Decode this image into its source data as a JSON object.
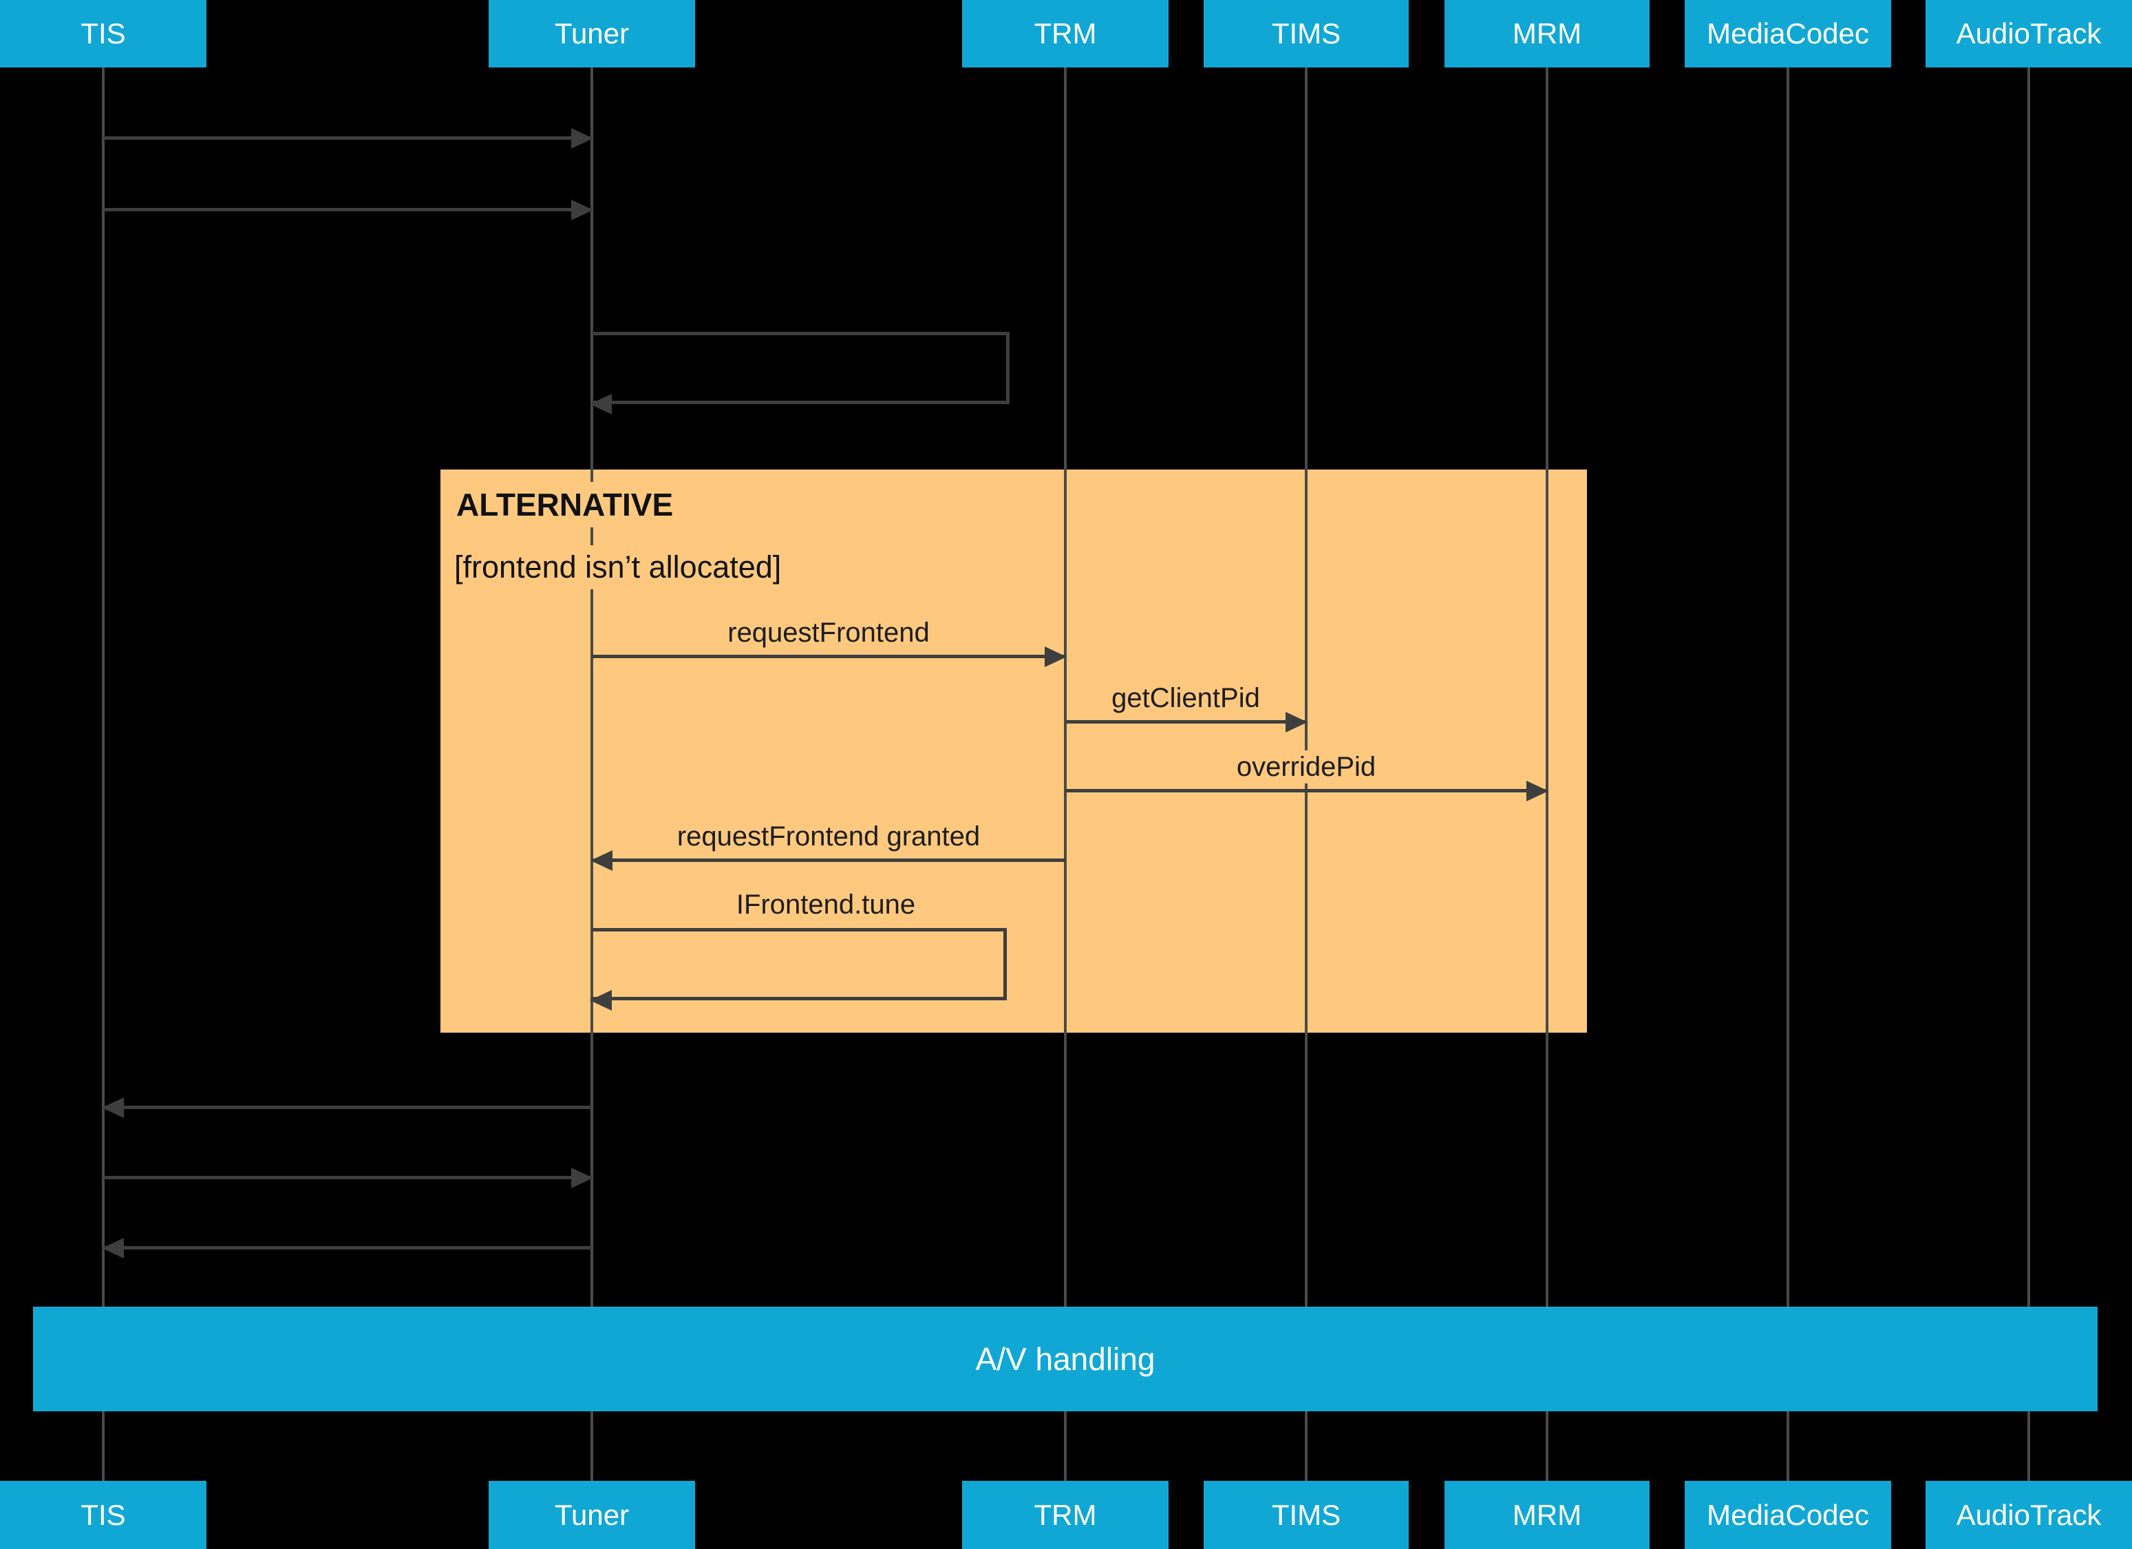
{
  "participants": [
    {
      "label": "TIS"
    },
    {
      "label": "Tuner"
    },
    {
      "label": "TRM"
    },
    {
      "label": "TIMS"
    },
    {
      "label": "MRM"
    },
    {
      "label": "MediaCodec"
    },
    {
      "label": "AudioTrack"
    }
  ],
  "alt": {
    "operator": "ALTERNATIVE",
    "guard": "[frontend isn’t allocated]"
  },
  "messages": {
    "request_frontend": "requestFrontend",
    "get_client_pid": "getClientPid",
    "override_pid": "overridePid",
    "request_frontend_granted": "requestFrontend granted",
    "ifrontend_tune": "IFrontend.tune"
  },
  "av": {
    "label": "A/V handling"
  },
  "colors": {
    "participant_fill": "#11A7D5",
    "participant_text": "#FFFFFF",
    "alt_fill": "#FEC97E",
    "arrow": "#3E3E3E",
    "lifeline": "#4A4A4A",
    "message_text": "#1C1C1C",
    "background": "#000000"
  }
}
